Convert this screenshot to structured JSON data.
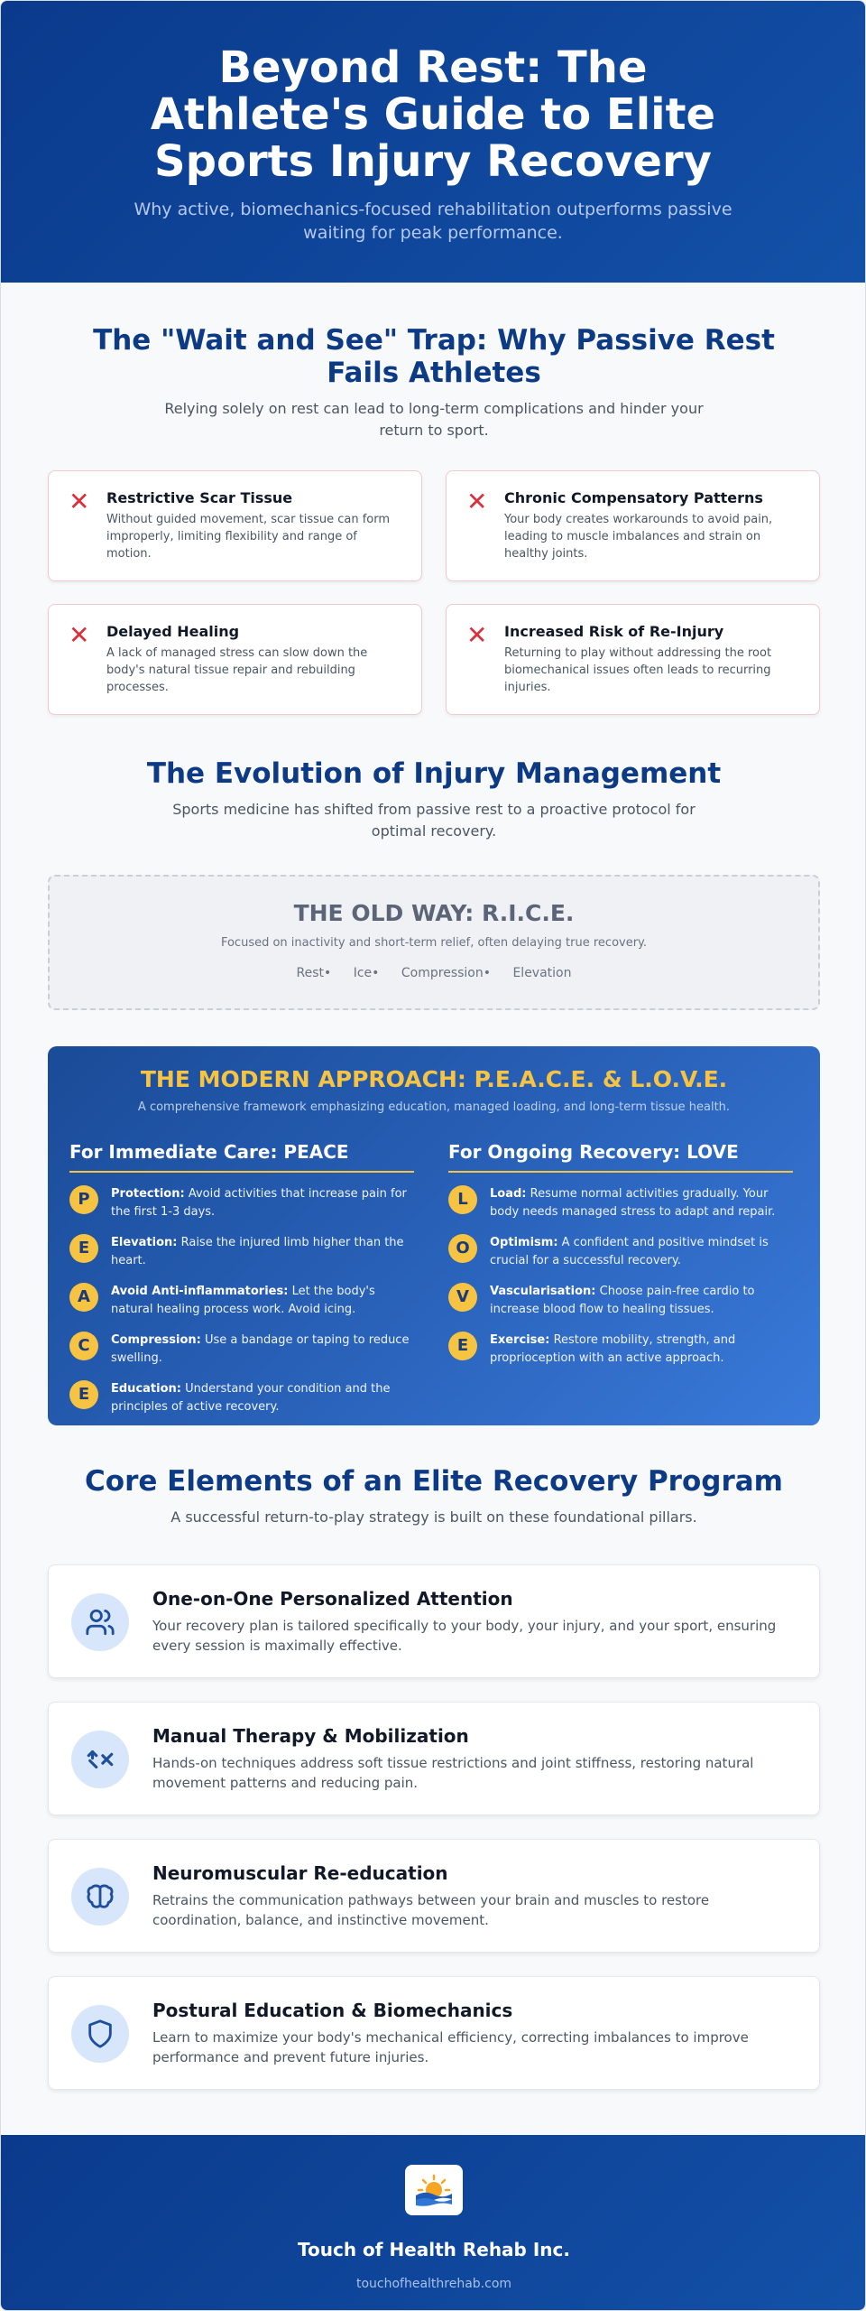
{
  "hero": {
    "title": "Beyond Rest: The Athlete's Guide to Elite Sports Injury Recovery",
    "subtitle": "Why active, biomechanics-focused rehabilitation outperforms passive waiting for peak performance."
  },
  "trap": {
    "title": "The \"Wait and See\" Trap: Why Passive Rest Fails Athletes",
    "subtitle": "Relying solely on rest can lead to long-term complications and hinder your return to sport.",
    "cards": [
      {
        "title": "Restrictive Scar Tissue",
        "text": "Without guided movement, scar tissue can form improperly, limiting flexibility and range of motion."
      },
      {
        "title": "Chronic Compensatory Patterns",
        "text": "Your body creates workarounds to avoid pain, leading to muscle imbalances and strain on healthy joints."
      },
      {
        "title": "Delayed Healing",
        "text": "A lack of managed stress can slow down the body's natural tissue repair and rebuilding processes."
      },
      {
        "title": "Increased Risk of Re-Injury",
        "text": "Returning to play without addressing the root biomechanical issues often leads to recurring injuries."
      }
    ]
  },
  "evolution": {
    "title": "The Evolution of Injury Management",
    "subtitle": "Sports medicine has shifted from passive rest to a proactive protocol for optimal recovery.",
    "old": {
      "title": "THE OLD WAY: R.I.C.E.",
      "subtitle": "Focused on inactivity and short-term relief, often delaying true recovery.",
      "items": [
        "Rest•",
        "Ice•",
        "Compression•",
        "Elevation"
      ]
    },
    "modern": {
      "title": "THE MODERN APPROACH: P.E.A.C.E. & L.O.V.E.",
      "subtitle": "A comprehensive framework emphasizing education, managed loading, and long-term tissue health.",
      "peace": {
        "heading": "For Immediate Care: PEACE",
        "items": [
          {
            "letter": "P",
            "term": "Protection:",
            "text": "Avoid activities that increase pain for the first 1-3 days."
          },
          {
            "letter": "E",
            "term": "Elevation:",
            "text": "Raise the injured limb higher than the heart."
          },
          {
            "letter": "A",
            "term": "Avoid Anti-inflammatories:",
            "text": "Let the body's natural healing process work. Avoid icing."
          },
          {
            "letter": "C",
            "term": "Compression:",
            "text": "Use a bandage or taping to reduce swelling."
          },
          {
            "letter": "E",
            "term": "Education:",
            "text": "Understand your condition and the principles of active recovery."
          }
        ]
      },
      "love": {
        "heading": "For Ongoing Recovery: LOVE",
        "items": [
          {
            "letter": "L",
            "term": "Load:",
            "text": "Resume normal activities gradually. Your body needs managed stress to adapt and repair."
          },
          {
            "letter": "O",
            "term": "Optimism:",
            "text": "A confident and positive mindset is crucial for a successful recovery."
          },
          {
            "letter": "V",
            "term": "Vascularisation:",
            "text": "Choose pain-free cardio to increase blood flow to healing tissues."
          },
          {
            "letter": "E",
            "term": "Exercise:",
            "text": "Restore mobility, strength, and proprioception with an active approach."
          }
        ]
      }
    }
  },
  "core": {
    "title": "Core Elements of an Elite Recovery Program",
    "subtitle": "A successful return-to-play strategy is built on these foundational pillars.",
    "pillars": [
      {
        "icon": "users-icon",
        "title": "One-on-One Personalized Attention",
        "text": "Your recovery plan is tailored specifically to your body, your injury, and your sport, ensuring every session is maximally effective."
      },
      {
        "icon": "hands-icon",
        "title": "Manual Therapy & Mobilization",
        "text": "Hands-on techniques address soft tissue restrictions and joint stiffness, restoring natural movement patterns and reducing pain."
      },
      {
        "icon": "brain-icon",
        "title": "Neuromuscular Re-education",
        "text": "Retrains the communication pathways between your brain and muscles to restore coordination, balance, and instinctive movement."
      },
      {
        "icon": "shield-icon",
        "title": "Postural Education & Biomechanics",
        "text": "Learn to maximize your body's mechanical efficiency, correcting imbalances to improve performance and prevent future injuries."
      }
    ]
  },
  "footer": {
    "company": "Touch of Health Rehab Inc.",
    "website": "touchofhealthrehab.com"
  },
  "colors": {
    "navy": "#0a3a8c",
    "gold": "#f6c342",
    "red": "#dc2f3c",
    "heading_blue": "#0d3a85"
  }
}
